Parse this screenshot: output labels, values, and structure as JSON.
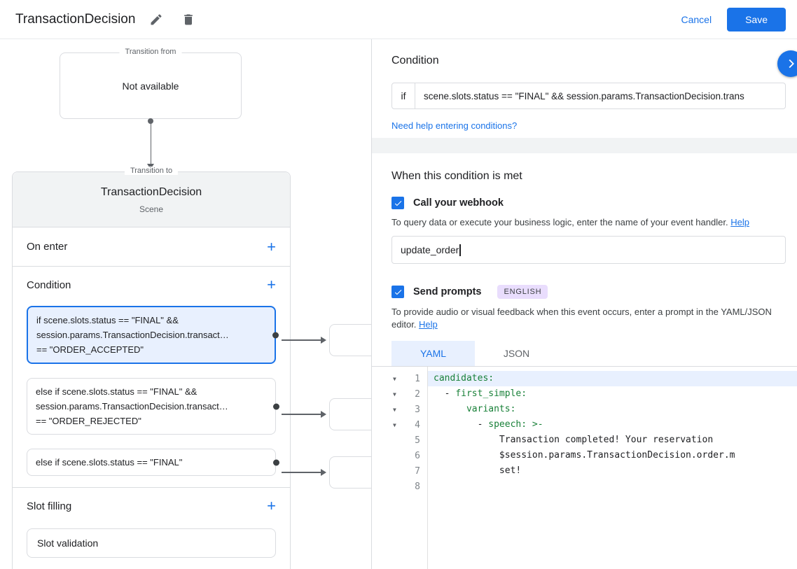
{
  "header": {
    "title": "TransactionDecision",
    "cancel_label": "Cancel",
    "save_label": "Save"
  },
  "diagram": {
    "transition_from": {
      "label": "Transition from",
      "content": "Not available"
    },
    "transition_to": {
      "label": "Transition to",
      "title": "TransactionDecision",
      "subtitle": "Scene",
      "on_enter_label": "On enter",
      "condition_label": "Condition",
      "slot_filling_label": "Slot filling",
      "slot_validation_label": "Slot validation",
      "conditions": [
        {
          "selected": true,
          "lines": [
            "if scene.slots.status == \"FINAL\" &&",
            "session.params.TransactionDecision.transact…",
            "== \"ORDER_ACCEPTED\""
          ]
        },
        {
          "selected": false,
          "lines": [
            "else if scene.slots.status == \"FINAL\" &&",
            "session.params.TransactionDecision.transact…",
            "== \"ORDER_REJECTED\""
          ]
        },
        {
          "selected": false,
          "lines": [
            "else if scene.slots.status == \"FINAL\""
          ]
        }
      ]
    }
  },
  "panel": {
    "condition_heading": "Condition",
    "if_label": "if",
    "condition_value": "scene.slots.status == \"FINAL\" && session.params.TransactionDecision.trans",
    "conditions_help_link": "Need help entering conditions?",
    "when_heading": "When this condition is met",
    "webhook": {
      "label": "Call your webhook",
      "checked": true,
      "description": "To query data or execute your business logic, enter the name of your event handler.",
      "help_link": "Help",
      "value": "update_order"
    },
    "prompts": {
      "label": "Send prompts",
      "checked": true,
      "language_badge": "ENGLISH",
      "description": "To provide audio or visual feedback when this event occurs, enter a prompt in the YAML/JSON editor.",
      "help_link": "Help"
    },
    "tabs": {
      "yaml": "YAML",
      "json": "JSON",
      "active": "YAML"
    },
    "editor": {
      "key_color": "#188038",
      "text_color": "#202124",
      "highlight_color": "#e8f0fe",
      "lines": [
        {
          "number": 1,
          "foldable": true,
          "highlighted": true,
          "segments": [
            {
              "type": "key",
              "text": "candidates:"
            }
          ]
        },
        {
          "number": 2,
          "foldable": true,
          "segments": [
            {
              "type": "plain",
              "text": "  - "
            },
            {
              "type": "key",
              "text": "first_simple:"
            }
          ]
        },
        {
          "number": 3,
          "foldable": true,
          "segments": [
            {
              "type": "plain",
              "text": "      "
            },
            {
              "type": "key",
              "text": "variants:"
            }
          ]
        },
        {
          "number": 4,
          "foldable": true,
          "segments": [
            {
              "type": "plain",
              "text": "        - "
            },
            {
              "type": "key",
              "text": "speech: >-"
            }
          ]
        },
        {
          "number": 5,
          "segments": [
            {
              "type": "plain",
              "text": "            Transaction completed! Your reservation"
            }
          ]
        },
        {
          "number": 6,
          "segments": [
            {
              "type": "plain",
              "text": "            $session.params.TransactionDecision.order.m"
            }
          ]
        },
        {
          "number": 7,
          "segments": [
            {
              "type": "plain",
              "text": "            set!"
            }
          ]
        },
        {
          "number": 8,
          "segments": []
        }
      ]
    }
  },
  "colors": {
    "accent": "#1a73e8",
    "selected_bg": "#e8f0fe",
    "divider": "#dadce0",
    "badge_bg": "#e9ddfd",
    "code_key": "#188038"
  }
}
